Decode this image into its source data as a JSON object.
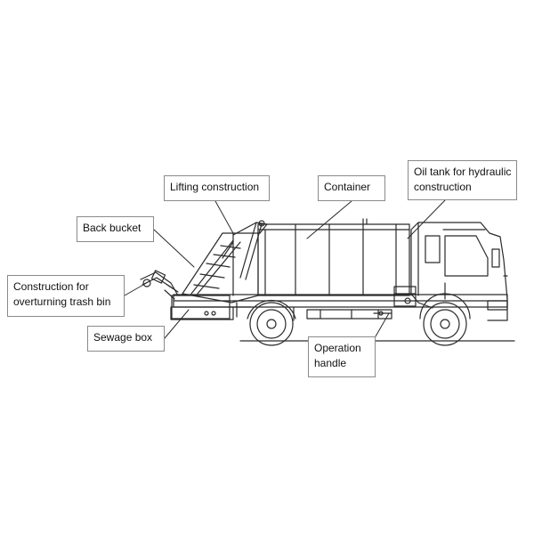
{
  "diagram": {
    "colors": {
      "line": "#2a2a2a",
      "box_border": "#8a8a8a",
      "text": "#111111",
      "background": "#ffffff"
    },
    "labels": {
      "lifting": {
        "line1": "Lifting construction"
      },
      "container": {
        "line1": "Container"
      },
      "oiltank": {
        "line1": "Oil tank for hydraulic",
        "line2": "construction"
      },
      "bucket": {
        "line1": "Back bucket"
      },
      "overturn": {
        "line1": "Construction for",
        "line2": "overturning trash bin"
      },
      "sewage": {
        "line1": "Sewage box"
      },
      "operation": {
        "line1": "Operation",
        "line2": "handle"
      }
    }
  }
}
